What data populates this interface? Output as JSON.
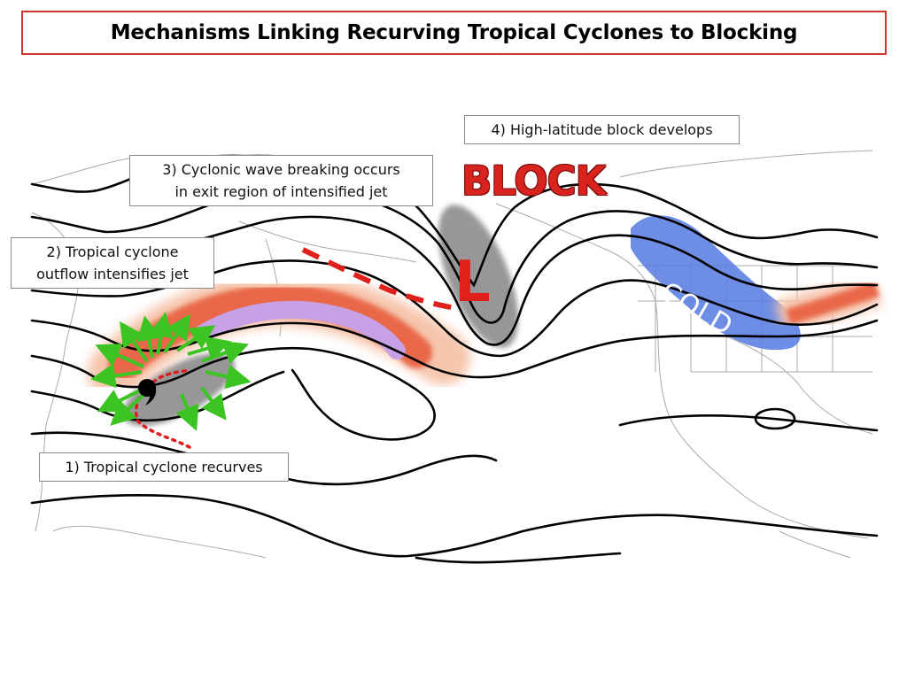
{
  "title": "Mechanisms Linking Recurving Tropical Cyclones to Blocking",
  "callouts": {
    "step1": "1) Tropical cyclone recurves",
    "step2_line1": "2) Tropical cyclone",
    "step2_line2": "outflow intensifies jet",
    "step3_line1": "3) Cyclonic wave breaking occurs",
    "step3_line2": "in exit region of intensified jet",
    "step4": "4) High-latitude block develops"
  },
  "labels": {
    "block": "BLOCK",
    "low": "L",
    "cold": "COLD"
  },
  "colors": {
    "title_border": "#d0342c",
    "block_text": "#d9231f",
    "low_text": "#e0201b",
    "jet_outer": "#f6c2a8",
    "jet_mid": "#e9674a",
    "jet_core": "#c7a0e6",
    "cold_region": "#5a7de0",
    "trough_shading": "#8c8c8c",
    "outflow_arrows": "#3cc423",
    "track_dotted": "#e01b1b"
  },
  "icons": {
    "tropical_cyclone": "hurricane-symbol",
    "outflow": "outflow-arrows"
  }
}
